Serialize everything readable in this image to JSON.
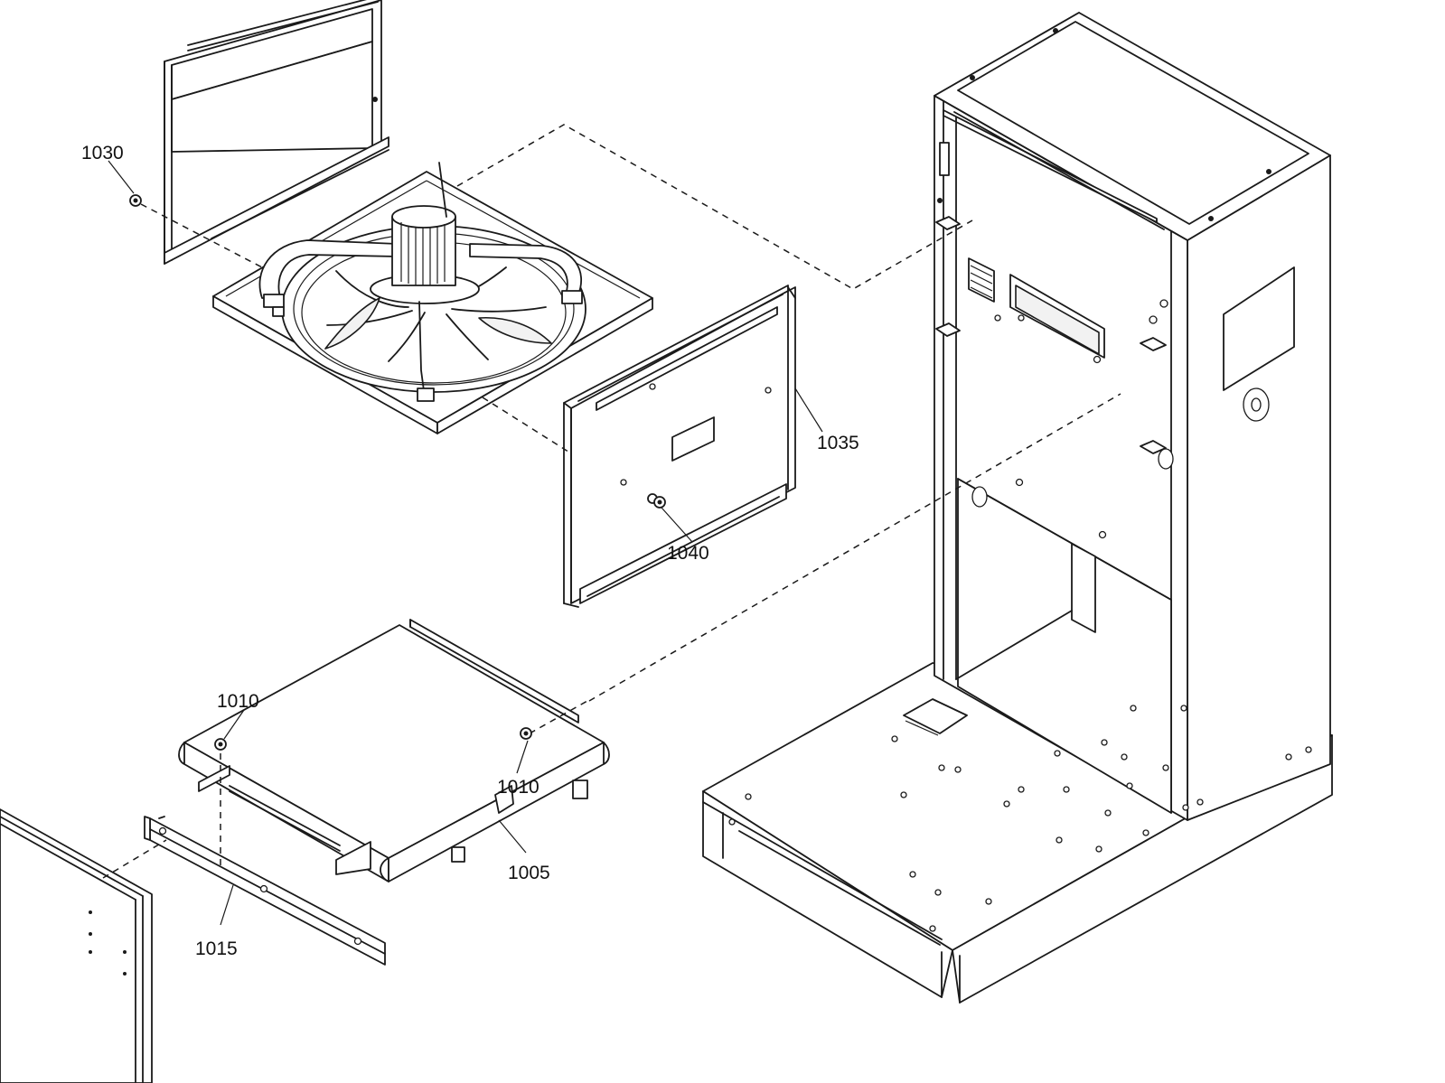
{
  "callouts": {
    "c1030": "1030",
    "c1035": "1035",
    "c1040": "1040",
    "c1010a": "1010",
    "c1010b": "1010",
    "c1005": "1005",
    "c1015": "1015"
  }
}
